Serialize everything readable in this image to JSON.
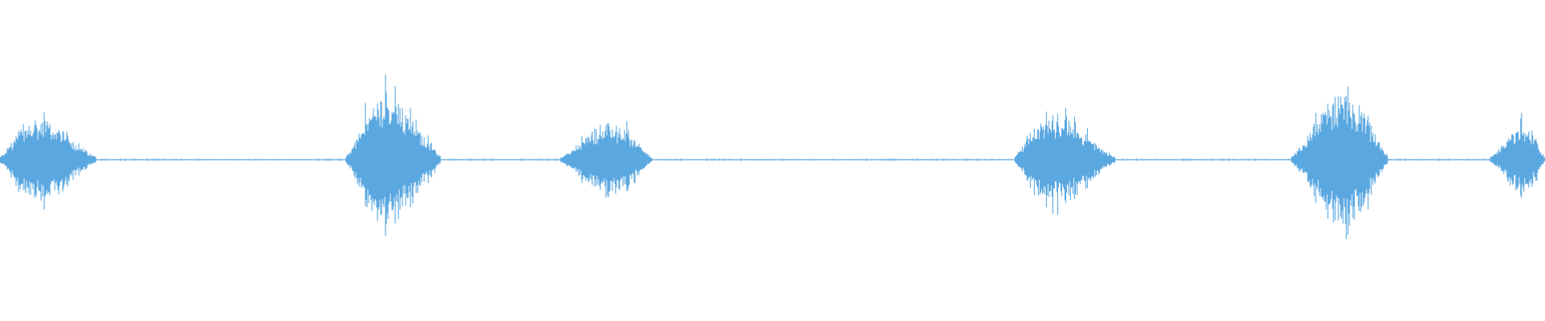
{
  "waveform": {
    "color": "#5ba8e1",
    "background": "#ffffff",
    "baseline_visible": true,
    "bursts": [
      {
        "start": 0.0,
        "end": 0.062,
        "peak_at": 0.018,
        "amplitude": 0.62
      },
      {
        "start": 0.224,
        "end": 0.285,
        "peak_at": 0.247,
        "amplitude": 1.0
      },
      {
        "start": 0.363,
        "end": 0.422,
        "peak_at": 0.398,
        "amplitude": 0.56
      },
      {
        "start": 0.657,
        "end": 0.722,
        "peak_at": 0.672,
        "amplitude": 0.68
      },
      {
        "start": 0.836,
        "end": 0.898,
        "peak_at": 0.874,
        "amplitude": 1.0
      },
      {
        "start": 0.965,
        "end": 1.0,
        "peak_at": 0.99,
        "amplitude": 0.52
      }
    ]
  }
}
